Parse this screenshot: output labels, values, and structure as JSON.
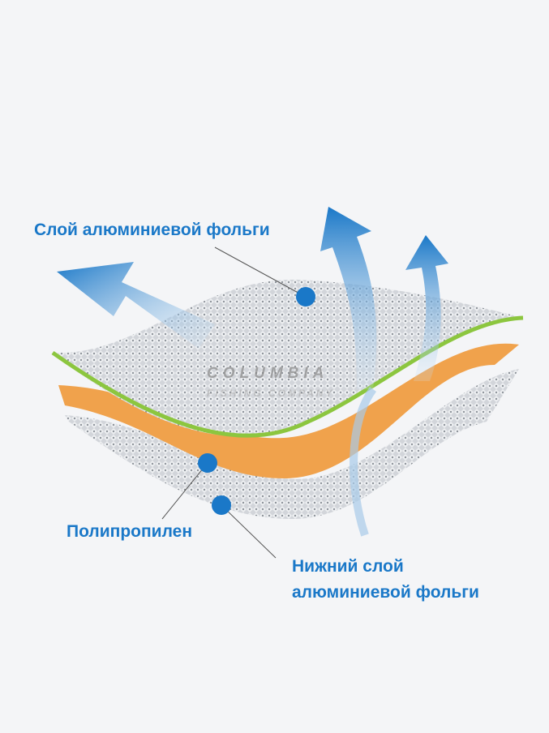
{
  "labels": {
    "top_foil": "Слой алюминиевой фольги",
    "middle": "Полипропилен",
    "bottom_line1": "Нижний слой",
    "bottom_line2": "алюминиевой фольги"
  },
  "watermark": {
    "line1": "COLUMBIA",
    "line2": "FISHING COMPANY"
  },
  "colors": {
    "accent": "#1a78c8",
    "foam": "#f0a24c",
    "green_edge": "#8cc63f",
    "foil": "#c9ccd2"
  }
}
